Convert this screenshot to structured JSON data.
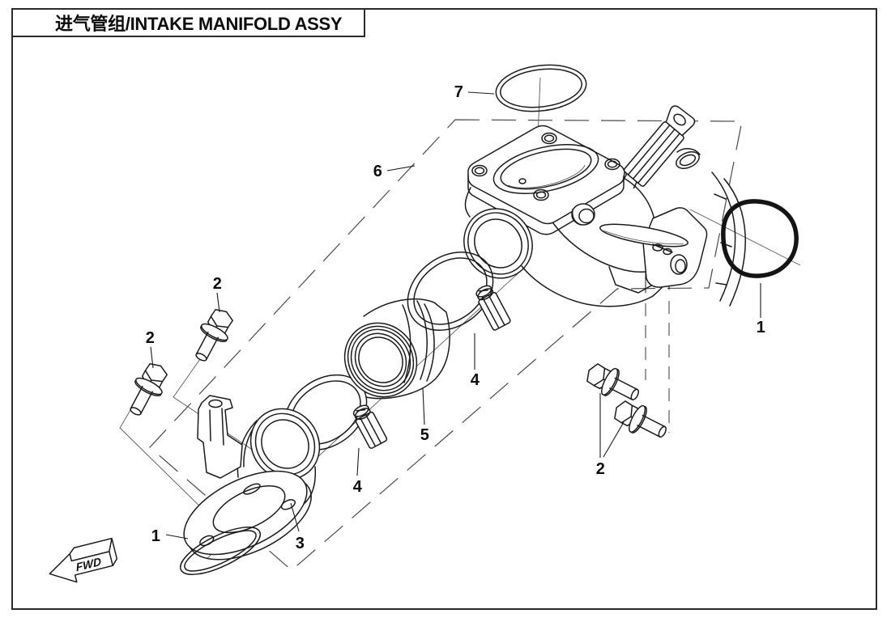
{
  "page": {
    "title": "进气管组/INTAKE MANIFOLD ASSY",
    "fwd_label": "FWD"
  },
  "callouts": {
    "oring_top": "7",
    "assembly_group": "6",
    "oring_right": "1",
    "bolts_right": "2",
    "bolt_left_upper": "2",
    "bolt_left_lower": "2",
    "clamp_upper": "4",
    "clamp_lower": "4",
    "connector": "5",
    "boot": "3",
    "oring_bottom": "1"
  }
}
